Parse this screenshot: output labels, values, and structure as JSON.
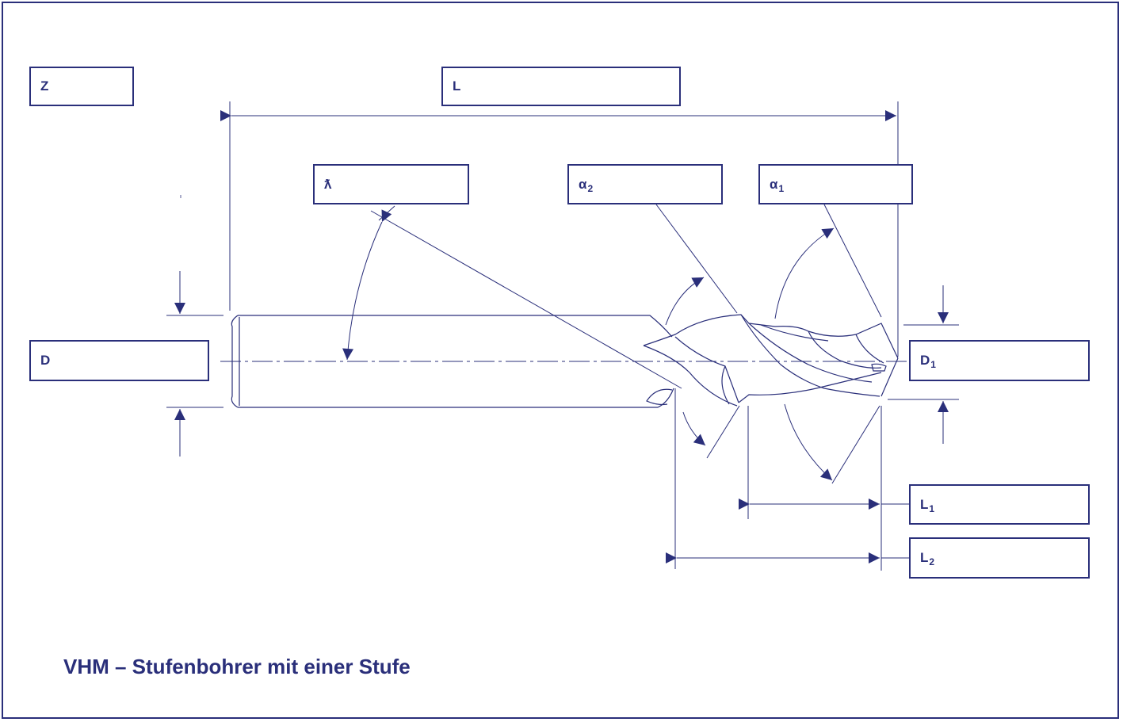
{
  "title": "VHM – Stufenbohrer mit einer Stufe",
  "colors": {
    "ink": "#2a2f7a",
    "background": "#ffffff"
  },
  "fields": {
    "z": {
      "label": "Z",
      "sub": ""
    },
    "l": {
      "label": "L",
      "sub": ""
    },
    "lambda": {
      "label": "ƛ",
      "sub": ""
    },
    "alpha2": {
      "label": "α",
      "sub": "2"
    },
    "alpha1": {
      "label": "α",
      "sub": "1"
    },
    "d": {
      "label": "D",
      "sub": ""
    },
    "d1": {
      "label": "D",
      "sub": "1"
    },
    "l1": {
      "label": "L",
      "sub": "1"
    },
    "l2": {
      "label": "L",
      "sub": "2"
    }
  }
}
